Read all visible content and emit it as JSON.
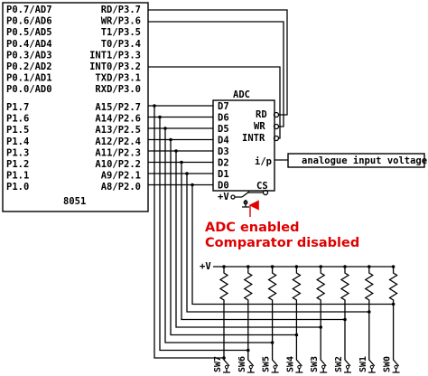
{
  "mcu": {
    "name": "8051",
    "left_pins": [
      "P0.7/AD7",
      "P0.6/AD6",
      "P0.5/AD5",
      "P0.4/AD4",
      "P0.3/AD3",
      "P0.2/AD2",
      "P0.1/AD1",
      "P0.0/AD0",
      "P1.7",
      "P1.6",
      "P1.5",
      "P1.4",
      "P1.3",
      "P1.2",
      "P1.1",
      "P1.0"
    ],
    "right_pins": [
      "RD/P3.7",
      "WR/P3.6",
      "T1/P3.5",
      "T0/P3.4",
      "INT1/P3.3",
      "INT0/P3.2",
      "TXD/P3.1",
      "RXD/P3.0",
      "A15/P2.7",
      "A14/P2.6",
      "A13/P2.5",
      "A12/P2.4",
      "A11/P2.3",
      "A10/P2.2",
      "A9/P2.1",
      "A8/P2.0"
    ]
  },
  "adc": {
    "name": "ADC",
    "data_pins": [
      "D7",
      "D6",
      "D5",
      "D4",
      "D3",
      "D2",
      "D1",
      "D0"
    ],
    "control_pins": [
      "RD",
      "WR",
      "INTR"
    ],
    "input_pin": "i/p",
    "cs_pin": "CS",
    "vcc_label": "+V"
  },
  "analog_input": {
    "label": "analogue input voltage"
  },
  "note": {
    "line1": "ADC enabled",
    "line2": "Comparator disabled"
  },
  "switch_bank": {
    "vcc_label": "+V",
    "switches": [
      "SW7",
      "SW6",
      "SW5",
      "SW4",
      "SW3",
      "SW2",
      "SW1",
      "SW0"
    ]
  }
}
